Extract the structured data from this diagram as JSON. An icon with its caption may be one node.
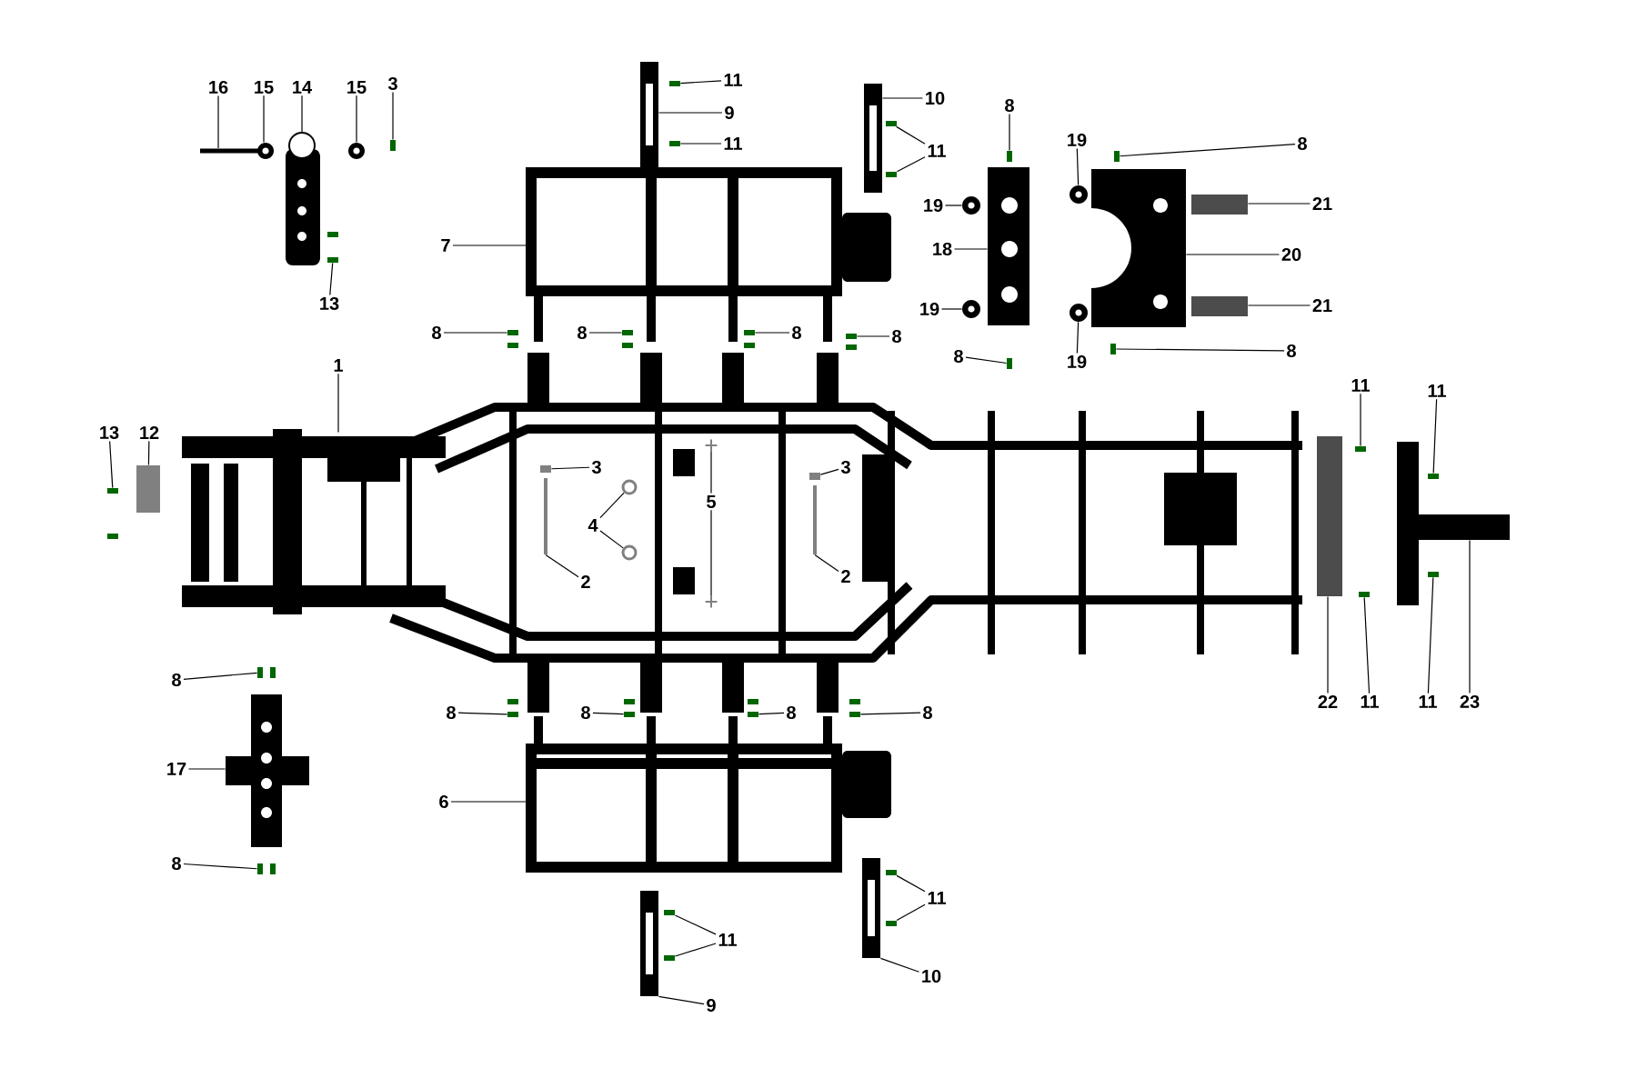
{
  "diagram": {
    "nodes": [
      {
        "text": [
          "16"
        ]
      },
      {
        "text": [
          "15"
        ]
      },
      {
        "text": [
          "14"
        ]
      },
      {
        "text": [
          "15"
        ]
      },
      {
        "text": [
          "3"
        ]
      },
      {
        "text": [
          "13"
        ]
      },
      {
        "text": [
          "7"
        ]
      },
      {
        "text": [
          "8"
        ]
      },
      {
        "text": [
          "11"
        ]
      },
      {
        "text": [
          "9"
        ]
      },
      {
        "text": [
          "11"
        ]
      },
      {
        "text": [
          "10"
        ]
      },
      {
        "text": [
          "11"
        ]
      },
      {
        "text": [
          "8"
        ]
      },
      {
        "text": [
          "19"
        ]
      },
      {
        "text": [
          "18"
        ]
      },
      {
        "text": [
          "19"
        ]
      },
      {
        "text": [
          "8"
        ]
      },
      {
        "text": [
          "19"
        ]
      },
      {
        "text": [
          "8"
        ]
      },
      {
        "text": [
          "21"
        ]
      },
      {
        "text": [
          "20"
        ]
      },
      {
        "text": [
          "21"
        ]
      },
      {
        "text": [
          "19"
        ]
      },
      {
        "text": [
          "8"
        ]
      },
      {
        "text": [
          "8"
        ]
      },
      {
        "text": [
          "8"
        ]
      },
      {
        "text": [
          "8"
        ]
      },
      {
        "text": [
          "1"
        ]
      },
      {
        "text": [
          "13"
        ]
      },
      {
        "text": [
          "12"
        ]
      },
      {
        "text": [
          "3"
        ],
        "in": 84
      },
      {
        "text": [
          "4"
        ],
        "in": 84
      },
      {
        "text": [
          "5"
        ],
        "in": 84
      },
      {
        "text": [
          "3"
        ],
        "in": 84
      },
      {
        "text": [
          "2"
        ],
        "in": 84
      },
      {
        "text": [
          "2"
        ],
        "in": 84
      },
      {
        "text": [
          "11"
        ]
      },
      {
        "text": [
          "11"
        ]
      },
      {
        "text": [
          "22"
        ]
      },
      {
        "text": [
          "11"
        ]
      },
      {
        "text": [
          "11"
        ]
      },
      {
        "text": [
          "23"
        ]
      },
      {
        "text": [
          "8"
        ]
      },
      {
        "text": [
          "17"
        ]
      },
      {
        "text": [
          "8"
        ]
      },
      {
        "text": [
          "8"
        ]
      },
      {
        "text": [
          "8"
        ]
      },
      {
        "text": [
          "8"
        ]
      },
      {
        "text": [
          "8"
        ]
      },
      {
        "text": [
          "6"
        ]
      },
      {
        "text": [
          "11"
        ]
      },
      {
        "text": [
          "9"
        ]
      },
      {
        "text": [
          "11"
        ]
      },
      {
        "text": [
          "10"
        ]
      },
      {
        "text": [],
        "shape": "bar"
      },
      {
        "text": [],
        "shape": "circle"
      },
      {
        "text": [],
        "shape": "picture"
      },
      {
        "text": [],
        "shape": "circle"
      },
      {
        "text": [],
        "shape": "bar"
      },
      {
        "text": [],
        "shape": "bar"
      },
      {
        "text": [],
        "shape": "picture"
      },
      {
        "text": [],
        "shape": "bar"
      },
      {
        "text": [],
        "shape": "bar"
      },
      {
        "text": [],
        "shape": "picture"
      },
      {
        "text": [],
        "shape": "bar"
      },
      {
        "text": [],
        "shape": "picture"
      },
      {
        "text": [],
        "shape": "bar"
      },
      {
        "text": [],
        "shape": "bar"
      },
      {
        "text": [],
        "shape": "bar"
      },
      {
        "text": [],
        "shape": "circle"
      },
      {
        "text": [],
        "shape": "picture"
      },
      {
        "text": [],
        "shape": "circle"
      },
      {
        "text": [],
        "shape": "bar"
      },
      {
        "text": [],
        "shape": "circle"
      },
      {
        "text": [],
        "shape": "bar"
      },
      {
        "text": [],
        "shape": "bar"
      },
      {
        "text": [],
        "shape": "picture"
      },
      {
        "text": [],
        "shape": "bar"
      },
      {
        "text": [],
        "shape": "circle"
      },
      {
        "text": [],
        "shape": "bar"
      },
      {
        "text": [],
        "shape": "bar"
      },
      {
        "text": [],
        "shape": "bar"
      },
      {
        "text": [],
        "shape": "bar"
      },
      {
        "text": [],
        "shape": "picture"
      },
      {
        "text": [],
        "shape": "bar"
      },
      {
        "text": [],
        "shape": "box"
      },
      {
        "text": [],
        "shape": "box",
        "in": 84
      },
      {
        "text": [],
        "shape": "circle",
        "in": 84
      },
      {
        "text": [],
        "shape": "circle",
        "in": 84
      },
      {
        "text": [],
        "shape": "picture",
        "in": 84
      },
      {
        "text": [],
        "shape": "picture",
        "in": 84
      },
      {
        "text": [],
        "shape": "box",
        "in": 84
      },
      {
        "text": [],
        "shape": "bar",
        "in": 84
      },
      {
        "text": [],
        "shape": "bar",
        "in": 84
      },
      {
        "text": [],
        "shape": "bar"
      },
      {
        "text": [],
        "shape": "bar",
        "in": 100
      },
      {
        "text": [],
        "shape": "bar"
      },
      {
        "text": [],
        "shape": "bar"
      },
      {
        "text": [],
        "shape": "bar",
        "in": 100
      },
      {
        "text": [],
        "shape": "picture"
      },
      {
        "text": [],
        "shape": "bar"
      },
      {
        "text": [],
        "shape": "picture"
      },
      {
        "text": [],
        "shape": "bar"
      },
      {
        "text": [],
        "shape": "bar"
      },
      {
        "text": [],
        "shape": "bar"
      },
      {
        "text": [],
        "shape": "bar"
      },
      {
        "text": [],
        "shape": "bar"
      },
      {
        "text": [],
        "shape": "picture"
      },
      {
        "text": [],
        "shape": "bar"
      },
      {
        "text": [],
        "shape": "bar"
      },
      {
        "text": [],
        "shape": "picture"
      },
      {
        "text": [],
        "shape": "bar"
      },
      {
        "text": [],
        "shape": "bar"
      },
      {
        "text": [],
        "shape": "picture"
      }
    ],
    "edges": [
      {
        "from": 0,
        "to": 55,
        "arrow": "none"
      },
      {
        "from": 1,
        "to": 56,
        "arrow": "none"
      },
      {
        "from": 2,
        "to": 57,
        "arrow": "none"
      },
      {
        "from": 3,
        "to": 58,
        "arrow": "none"
      },
      {
        "from": 4,
        "to": 59,
        "arrow": "none"
      },
      {
        "from": 5,
        "to": 60,
        "arrow": "none"
      },
      {
        "from": 6,
        "to": 61,
        "arrow": "none"
      },
      {
        "from": 7,
        "to": 62,
        "arrow": "none"
      },
      {
        "from": 8,
        "to": 63,
        "arrow": "none"
      },
      {
        "from": 9,
        "to": 64,
        "arrow": "none"
      },
      {
        "from": 10,
        "to": 65,
        "arrow": "none"
      },
      {
        "from": 11,
        "to": 66,
        "arrow": "none"
      },
      {
        "from": 12,
        "to": 67,
        "arrow": "none"
      },
      {
        "from": 12,
        "to": 68,
        "arrow": "none"
      },
      {
        "from": 13,
        "to": 69,
        "arrow": "none"
      },
      {
        "from": 14,
        "to": 70,
        "arrow": "none"
      },
      {
        "from": 15,
        "to": 71,
        "arrow": "none"
      },
      {
        "from": 16,
        "to": 72,
        "arrow": "none"
      },
      {
        "from": 17,
        "to": 73,
        "arrow": "none"
      },
      {
        "from": 18,
        "to": 74,
        "arrow": "none"
      },
      {
        "from": 19,
        "to": 75,
        "arrow": "none"
      },
      {
        "from": 20,
        "to": 76,
        "arrow": "none"
      },
      {
        "from": 21,
        "to": 77,
        "arrow": "none"
      },
      {
        "from": 22,
        "to": 78,
        "arrow": "none"
      },
      {
        "from": 23,
        "to": 79,
        "arrow": "none"
      },
      {
        "from": 24,
        "to": 80,
        "arrow": "none"
      },
      {
        "from": 25,
        "to": 81,
        "arrow": "none"
      },
      {
        "from": 26,
        "to": 82,
        "arrow": "none"
      },
      {
        "from": 27,
        "to": 83,
        "arrow": "none"
      },
      {
        "from": 28,
        "to": 84,
        "arrow": "none"
      },
      {
        "from": 29,
        "to": 85,
        "arrow": "none"
      },
      {
        "from": 30,
        "to": 86,
        "arrow": "none"
      },
      {
        "from": 31,
        "to": 87,
        "arrow": "none"
      },
      {
        "from": 32,
        "to": 88,
        "arrow": "none"
      },
      {
        "from": 32,
        "to": 89,
        "arrow": "none"
      },
      {
        "from": 33,
        "to": 90,
        "arrow": "none"
      },
      {
        "from": 33,
        "to": 91,
        "arrow": "none"
      },
      {
        "from": 34,
        "to": 92,
        "arrow": "none"
      },
      {
        "from": 35,
        "to": 93,
        "arrow": "none"
      },
      {
        "from": 36,
        "to": 94,
        "arrow": "none"
      },
      {
        "from": 37,
        "to": 95,
        "arrow": "none"
      },
      {
        "from": 38,
        "to": 96,
        "arrow": "none"
      },
      {
        "from": 39,
        "to": 97,
        "arrow": "none"
      },
      {
        "from": 40,
        "to": 98,
        "arrow": "none"
      },
      {
        "from": 41,
        "to": 99,
        "arrow": "none"
      },
      {
        "from": 42,
        "to": 100,
        "arrow": "none"
      },
      {
        "from": 43,
        "to": 101,
        "arrow": "none"
      },
      {
        "from": 44,
        "to": 102,
        "arrow": "none"
      },
      {
        "from": 45,
        "to": 103,
        "arrow": "none"
      },
      {
        "from": 46,
        "to": 104,
        "arrow": "none"
      },
      {
        "from": 47,
        "to": 105,
        "arrow": "none"
      },
      {
        "from": 48,
        "to": 106,
        "arrow": "none"
      },
      {
        "from": 49,
        "to": 107,
        "arrow": "none"
      },
      {
        "from": 50,
        "to": 108,
        "arrow": "none"
      },
      {
        "from": 51,
        "to": 109,
        "arrow": "none"
      },
      {
        "from": 51,
        "to": 110,
        "arrow": "none"
      },
      {
        "from": 52,
        "to": 111,
        "arrow": "none"
      },
      {
        "from": 53,
        "to": 112,
        "arrow": "none"
      },
      {
        "from": 53,
        "to": 113,
        "arrow": "none"
      },
      {
        "from": 54,
        "to": 114,
        "arrow": "none"
      }
    ]
  }
}
